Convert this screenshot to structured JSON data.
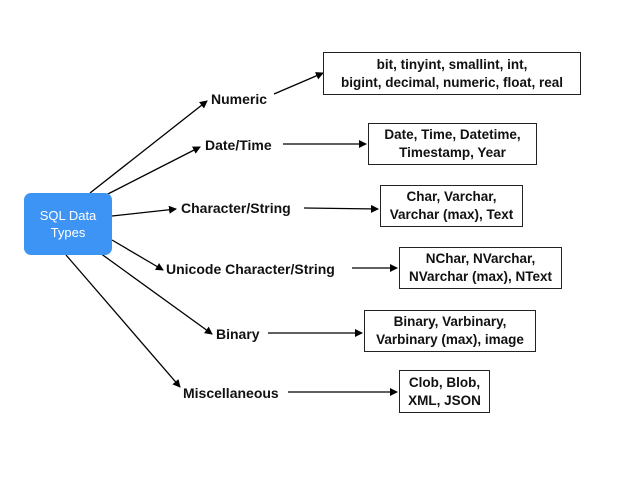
{
  "root": {
    "label": "SQL Data\nTypes"
  },
  "categories": [
    {
      "label": "Numeric",
      "types_line1": "bit, tinyint, smallint, int,",
      "types_line2": "bigint, decimal, numeric, float, real"
    },
    {
      "label": "Date/Time",
      "types_line1": "Date, Time, Datetime,",
      "types_line2": "Timestamp, Year"
    },
    {
      "label": "Character/String",
      "types_line1": "Char, Varchar,",
      "types_line2": "Varchar (max), Text"
    },
    {
      "label": "Unicode Character/String",
      "types_line1": "NChar, NVarchar,",
      "types_line2": "NVarchar (max), NText"
    },
    {
      "label": "Binary",
      "types_line1": "Binary, Varbinary,",
      "types_line2": "Varbinary (max), image"
    },
    {
      "label": "Miscellaneous",
      "types_line1": "Clob, Blob,",
      "types_line2": "XML, JSON"
    }
  ]
}
